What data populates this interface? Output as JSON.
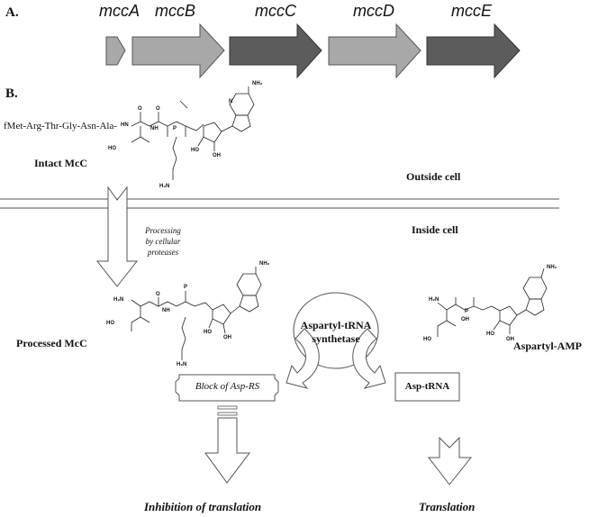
{
  "panel_a": {
    "label": "A.",
    "genes": [
      {
        "name": "mccA",
        "color": "#a8a8a8"
      },
      {
        "name": "mccB",
        "color": "#a8a8a8"
      },
      {
        "name": "mccC",
        "color": "#5c5c5c"
      },
      {
        "name": "mccD",
        "color": "#a8a8a8"
      },
      {
        "name": "mccE",
        "color": "#5c5c5c"
      }
    ]
  },
  "panel_b": {
    "label": "B.",
    "peptide": "fMet-Arg-Thr-Gly-Asn-Ala-",
    "intact_label": "Intact McC",
    "outside_label": "Outside cell",
    "inside_label": "Inside cell",
    "processing_text": [
      "Processing",
      "by cellular",
      "proteases"
    ],
    "processed_label": "Processed McC",
    "enzyme_label": [
      "Aspartyl-tRNA",
      "synthetase"
    ],
    "aspamp_label": "Aspartyl-AMP",
    "block_label": "Block of Asp-RS",
    "asptrna_label": "Asp-tRNA",
    "inhibition_label": "Inhibition of translation",
    "translation_label": "Translation"
  },
  "chem_atoms": {
    "hn": "HN",
    "nh": "NH",
    "nh2": "NH₂",
    "h2n": "H₂N",
    "o": "O",
    "p": "P",
    "n": "N",
    "oh": "OH",
    "ho": "HO",
    "oh_p": "OH"
  }
}
